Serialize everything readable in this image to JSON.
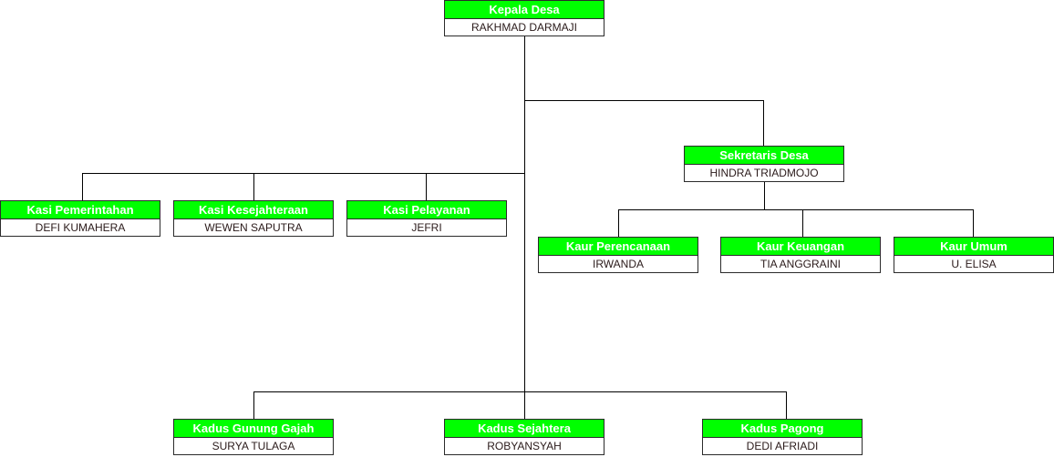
{
  "colors": {
    "role_fill": "#00ff00",
    "line": "#000000"
  },
  "nodes": {
    "kepala": {
      "role": "Kepala Desa",
      "name": "RAKHMAD DARMAJI"
    },
    "sekretaris": {
      "role": "Sekretaris Desa",
      "name": "HINDRA TRIADMOJO"
    },
    "kasi_pemerintahan": {
      "role": "Kasi Pemerintahan",
      "name": "DEFI KUMAHERA"
    },
    "kasi_kesejahteraan": {
      "role": "Kasi Kesejahteraan",
      "name": "WEWEN SAPUTRA"
    },
    "kasi_pelayanan": {
      "role": "Kasi Pelayanan",
      "name": "JEFRI"
    },
    "kaur_perencanaan": {
      "role": "Kaur Perencanaan",
      "name": "IRWANDA"
    },
    "kaur_keuangan": {
      "role": "Kaur Keuangan",
      "name": "TIA ANGGRAINI"
    },
    "kaur_umum": {
      "role": "Kaur Umum",
      "name": "U. ELISA"
    },
    "kadus_gunung_gajah": {
      "role": "Kadus Gunung Gajah",
      "name": "SURYA TULAGA"
    },
    "kadus_sejahtera": {
      "role": "Kadus Sejahtera",
      "name": "ROBYANSYAH"
    },
    "kadus_pagong": {
      "role": "Kadus Pagong",
      "name": "DEDI AFRIADI"
    }
  }
}
